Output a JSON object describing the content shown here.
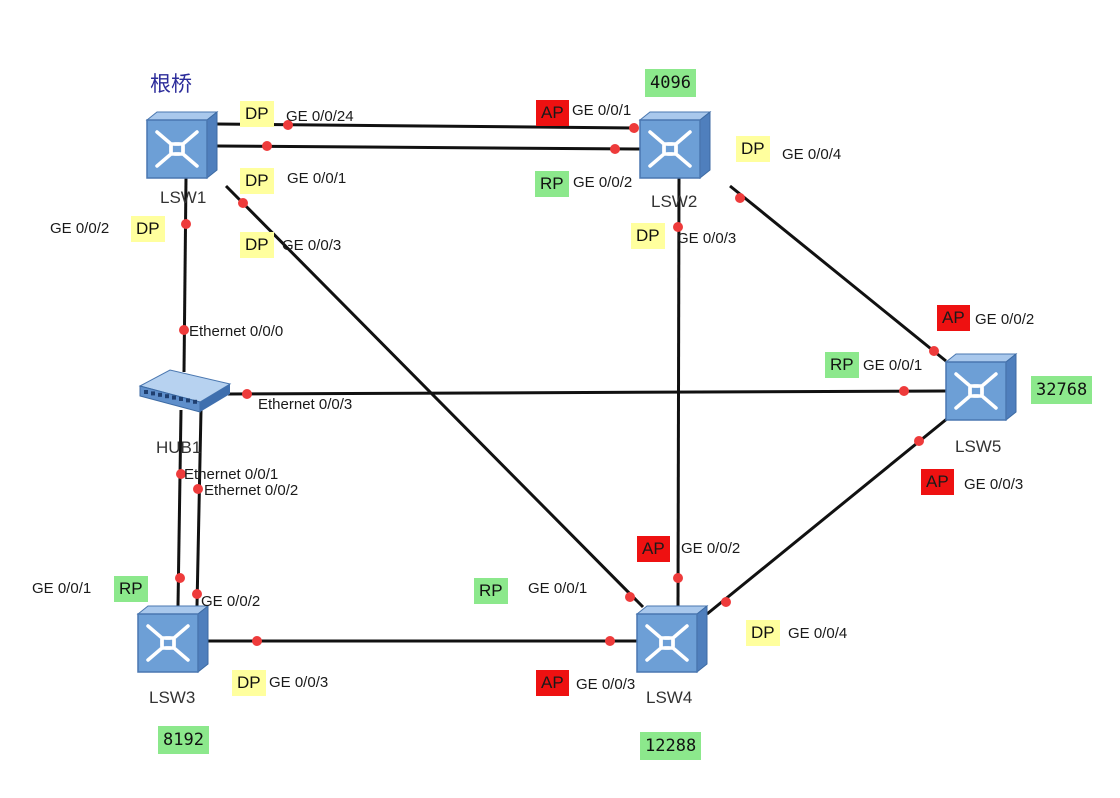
{
  "root_label": "根桥",
  "colors": {
    "link": "#111111",
    "port_dot": "#ee3b3b",
    "switch": "#6d9fd6",
    "dp": "#ffff9e",
    "rp": "#8ce88c",
    "ap": "#ee1111"
  },
  "devices": [
    {
      "id": "lsw1",
      "name": "LSW1",
      "kind": "switch",
      "icon": "switch-icon"
    },
    {
      "id": "lsw2",
      "name": "LSW2",
      "kind": "switch",
      "icon": "switch-icon"
    },
    {
      "id": "lsw3",
      "name": "LSW3",
      "kind": "switch",
      "icon": "switch-icon"
    },
    {
      "id": "lsw4",
      "name": "LSW4",
      "kind": "switch",
      "icon": "switch-icon"
    },
    {
      "id": "lsw5",
      "name": "LSW5",
      "kind": "switch",
      "icon": "switch-icon"
    },
    {
      "id": "hub1",
      "name": "HUB1",
      "kind": "hub",
      "icon": "hub-icon"
    }
  ],
  "priorities": [
    {
      "device": "lsw2",
      "value": "4096"
    },
    {
      "device": "lsw3",
      "value": "8192"
    },
    {
      "device": "lsw4",
      "value": "12288"
    },
    {
      "device": "lsw5",
      "value": "32768"
    }
  ],
  "ports": [
    {
      "id": "lsw1_ge24",
      "label": "GE 0/0/24",
      "role": "DP"
    },
    {
      "id": "lsw1_ge1",
      "label": "GE 0/0/1",
      "role": "DP"
    },
    {
      "id": "lsw1_ge3",
      "label": "GE 0/0/3",
      "role": "DP"
    },
    {
      "id": "lsw1_ge2",
      "label": "GE 0/0/2",
      "role": "DP"
    },
    {
      "id": "lsw2_ge1",
      "label": "GE 0/0/1",
      "role": "AP"
    },
    {
      "id": "lsw2_ge2",
      "label": "GE 0/0/2",
      "role": "RP"
    },
    {
      "id": "lsw2_ge4",
      "label": "GE 0/0/4",
      "role": "DP"
    },
    {
      "id": "lsw2_ge3",
      "label": "GE 0/0/3",
      "role": "DP"
    },
    {
      "id": "lsw5_ge2",
      "label": "GE 0/0/2",
      "role": "AP"
    },
    {
      "id": "lsw5_ge1",
      "label": "GE 0/0/1",
      "role": "RP"
    },
    {
      "id": "lsw5_ge3",
      "label": "GE 0/0/3",
      "role": "AP"
    },
    {
      "id": "lsw4_ge2",
      "label": "GE 0/0/2",
      "role": "AP"
    },
    {
      "id": "lsw4_ge1",
      "label": "GE 0/0/1",
      "role": "RP"
    },
    {
      "id": "lsw4_ge4",
      "label": "GE 0/0/4",
      "role": "DP"
    },
    {
      "id": "lsw4_ge3",
      "label": "GE 0/0/3",
      "role": "AP"
    },
    {
      "id": "lsw3_ge1",
      "label": "GE 0/0/1",
      "role": "RP"
    },
    {
      "id": "lsw3_ge2",
      "label": "GE 0/0/2",
      "role": ""
    },
    {
      "id": "lsw3_ge3",
      "label": "GE 0/0/3",
      "role": "DP"
    },
    {
      "id": "hub1_e0",
      "label": "Ethernet 0/0/0",
      "role": ""
    },
    {
      "id": "hub1_e3",
      "label": "Ethernet 0/0/3",
      "role": ""
    },
    {
      "id": "hub1_e1",
      "label": "Ethernet 0/0/1",
      "role": ""
    },
    {
      "id": "hub1_e2",
      "label": "Ethernet 0/0/2",
      "role": ""
    }
  ],
  "links": [
    {
      "from": "lsw1_ge24",
      "to": "lsw2_ge1"
    },
    {
      "from": "lsw1_ge1",
      "to": "lsw2_ge2"
    },
    {
      "from": "lsw1_ge3",
      "to": "lsw4_ge1"
    },
    {
      "from": "lsw1_ge2",
      "to": "hub1_e0"
    },
    {
      "from": "lsw2_ge3",
      "to": "lsw4_ge2"
    },
    {
      "from": "lsw2_ge4",
      "to": "lsw5_ge2"
    },
    {
      "from": "hub1_e3",
      "to": "lsw5_ge1"
    },
    {
      "from": "lsw5_ge3",
      "to": "lsw4_ge4"
    },
    {
      "from": "hub1_e1",
      "to": "lsw3_ge1"
    },
    {
      "from": "hub1_e2",
      "to": "lsw3_ge2"
    },
    {
      "from": "lsw3_ge3",
      "to": "lsw4_ge3"
    }
  ]
}
